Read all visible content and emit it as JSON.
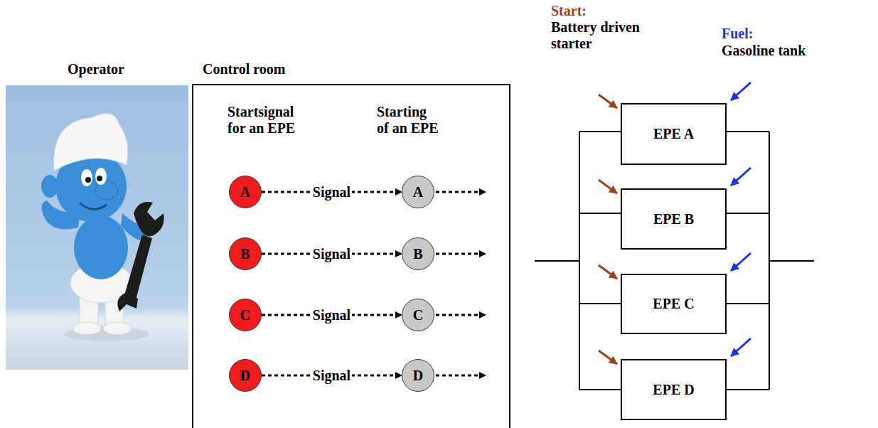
{
  "diagram": {
    "nodes": [
      {
        "text": [
          "Control room",
          "Startsignal for an EPE",
          "Starting of an EPE"
        ]
      },
      {
        "text": [
          "A"
        ],
        "in": 0
      },
      {
        "text": [
          "A"
        ],
        "in": 0
      },
      {
        "text": [
          "B"
        ],
        "in": 0
      },
      {
        "text": [
          "B"
        ],
        "in": 0
      },
      {
        "text": [
          "C"
        ],
        "in": 0
      },
      {
        "text": [
          "C"
        ],
        "in": 0
      },
      {
        "text": [
          "D"
        ],
        "in": 0
      },
      {
        "text": [
          "D"
        ],
        "in": 0
      },
      {
        "text": [
          "EPE A"
        ]
      },
      {
        "text": [
          "EPE B"
        ]
      },
      {
        "text": [
          "EPE C"
        ]
      },
      {
        "text": [
          "EPE D"
        ]
      }
    ],
    "edges": [
      {
        "from": 1,
        "to": 2,
        "label": "Signal",
        "arrow": "to"
      },
      {
        "from": 3,
        "to": 4,
        "label": "Signal",
        "arrow": "to"
      },
      {
        "from": 5,
        "to": 6,
        "label": "Signal",
        "arrow": "to"
      },
      {
        "from": 7,
        "to": 8,
        "label": "Signal",
        "arrow": "to"
      }
    ],
    "labels": [
      "Operator",
      "Start:",
      "Battery driven starter",
      "Fuel:",
      "Gasoline tank"
    ]
  }
}
